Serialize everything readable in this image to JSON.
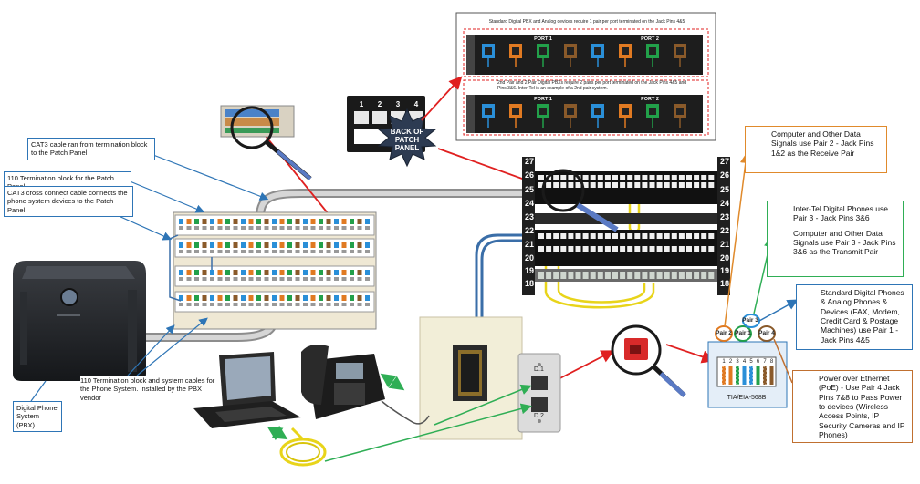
{
  "top_panel": {
    "line1": "Standard Digital PBX and Analog devices require 1 pair per port terminated on the Jack Pins 4&5",
    "port1": "PORT 1",
    "port2": "PORT 2",
    "line2": "2nd Pair and 2 Pair Digital PBXs require 2 pairs per port terminated on the Jack Pins 4&5 and Pins 3&6. Inter-Tel is an example of a 2nd pair system.",
    "port1b": "PORT 1",
    "port2b": "PORT 2"
  },
  "jack_numbers": [
    "1",
    "2",
    "3",
    "4"
  ],
  "starburst_text": "BACK OF PATCH PANEL",
  "labels": {
    "cat3_cable": "CAT3 cable ran from termination block to the Patch Panel",
    "termination_block": "110 Termination block for the Patch Panel",
    "cross_connect": "CAT3 cross connect cable connects the phone system devices to the Patch Panel",
    "pbx_block": "110 Termination block and system cables for the Phone System. Installed by the PBX vendor",
    "pbx": "Digital Phone System (PBX)"
  },
  "rack_numbers": [
    "27",
    "26",
    "25",
    "24",
    "23",
    "22",
    "21",
    "20",
    "19",
    "18"
  ],
  "wall_plate": {
    "d1": "D.1",
    "d2": "D.2"
  },
  "jack_diagram": {
    "pairs": [
      "Pair 2",
      "Pair 3",
      "Pair 1",
      "Pair 4"
    ],
    "pins": [
      "1",
      "2",
      "3",
      "4",
      "5",
      "6",
      "7",
      "8"
    ],
    "standard": "TIA/EIA-568B"
  },
  "callouts": {
    "computer_receive": "Computer and Other Data Signals use Pair 2 - Jack Pins 1&2 as the Receive Pair",
    "intertel": "Inter-Tel Digital Phones use Pair 3 - Jack Pins 3&6",
    "computer_transmit": "Computer and Other Data Signals use Pair 3 - Jack Pins 3&6 as the Transmit Pair",
    "standard_digital": "Standard Digital Phones & Analog Phones & Devices (FAX, Modem, Credit Card & Postage Machines) use Pair 1 - Jack Pins 4&5",
    "poe": "Power over Ethernet (PoE) - Use Pair 4 Jack Pins 7&8 to Pass Power to devices (Wireless Access Points, IP Security Cameras and IP Phones)"
  },
  "colors": {
    "label_border": "#2e75b6",
    "orange_line": "#e08a2c",
    "green_line": "#2fae55",
    "red_arrow": "#e02020",
    "pair_blue": "#2a8fd8",
    "pair_orange": "#e07a22",
    "pair_green": "#22a04a",
    "pair_brown": "#8a5a2a"
  }
}
